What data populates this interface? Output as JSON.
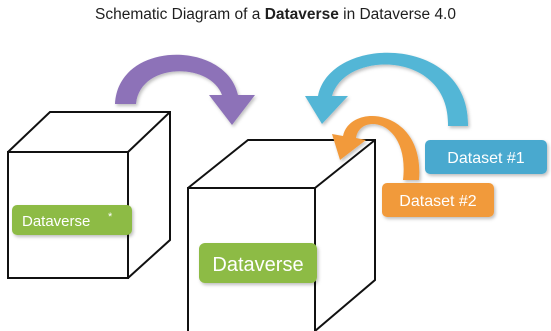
{
  "title": {
    "prefix": "Schematic Diagram of a ",
    "bold": "Dataverse",
    "suffix": " in Dataverse 4.0"
  },
  "labels": {
    "small_box": "Dataverse",
    "small_box_mark": "*",
    "large_box": "Dataverse",
    "dataset1": "Dataset #1",
    "dataset2": "Dataset #2"
  },
  "colors": {
    "purple_arrow": "#8d72b8",
    "blue_arrow": "#53b6d6",
    "orange_arrow": "#f29a3a",
    "green_label": "#8dbb45",
    "blue_label": "#48a9cf",
    "orange_label": "#f19a3a",
    "cube_stroke": "#111111"
  }
}
